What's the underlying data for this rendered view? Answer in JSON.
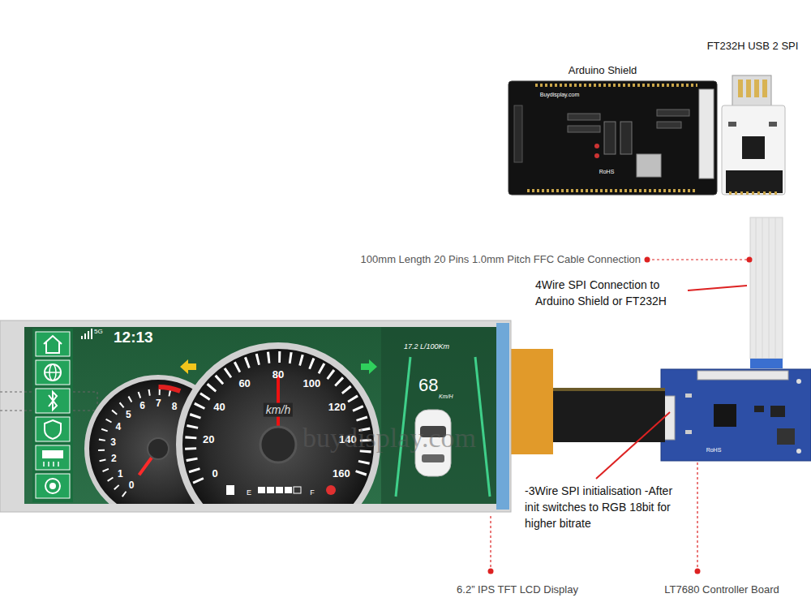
{
  "diagram": {
    "labels": [
      "FT232H USB 2 SPI",
      "Arduino Shield",
      "100mm Length 20 Pins 1.0mm Pitch FFC Cable Connection",
      "4Wire SPI Connection to Arduino Shield or FT232H",
      "-3Wire SPI initialisation -After init switches to RGB 18bit for higher bitrate",
      "6.2” IPS TFT LCD Display",
      "LT7680 Controller Board",
      "12:13",
      "5G",
      "17.2 L/100Km",
      "68",
      "Km/H",
      "km/h",
      "0",
      "20",
      "40",
      "60",
      "80",
      "100",
      "120",
      "140",
      "160",
      "0",
      "1",
      "2",
      "3",
      "4",
      "5",
      "6",
      "7",
      "8",
      "E",
      "F",
      "buydisplay.com",
      "RoHS",
      "RoHS",
      "Buydisplay.com"
    ]
  }
}
